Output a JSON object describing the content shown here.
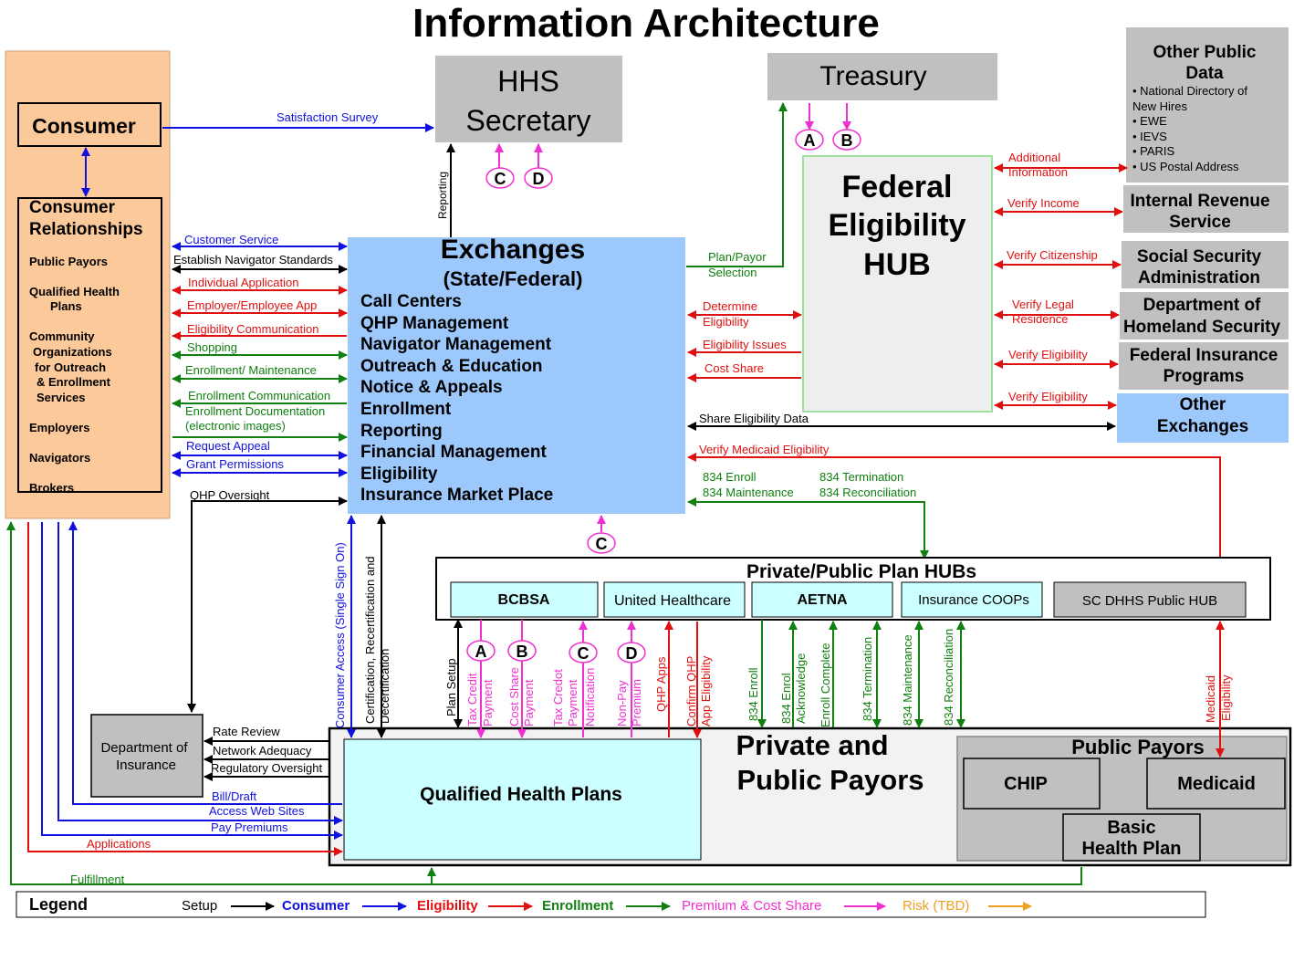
{
  "title": "Information Architecture",
  "colors": {
    "setup": "#000000",
    "consumer": "#1010e0",
    "eligibility": "#e01010",
    "enrollment": "#108010",
    "premium": "#f030d0",
    "risk": "#f0a020",
    "consumer_panel": "#fcc99a",
    "exchanges": "#9cc8fb",
    "hub": "#eeeeee",
    "qhp": "#ccffff",
    "gray": "#c0c0c0"
  },
  "consumer_panel": {
    "consumer": "Consumer",
    "relationships_title_1": "Consumer",
    "relationships_title_2": "Relationships",
    "items": [
      "Public Payors",
      "Qualified Health",
      "Plans",
      "Community",
      "Organizations",
      "for Outreach",
      "& Enrollment",
      "Services",
      "Employers",
      "Navigators",
      "Brokers"
    ]
  },
  "hhs": {
    "line1": "HHS",
    "line2": "Secretary"
  },
  "treasury": "Treasury",
  "hub": {
    "line1": "Federal",
    "line2": "Eligibility",
    "line3": "HUB"
  },
  "other_public_data": {
    "title1": "Other Public",
    "title2": "Data",
    "items": [
      "• National Directory of",
      "New   Hires",
      "• EWE",
      "• IEVS",
      "• PARIS",
      "• US Postal Address"
    ]
  },
  "agencies": {
    "irs1": "Internal Revenue",
    "irs2": "Service",
    "ssa1": "Social Security",
    "ssa2": "Administration",
    "dhs1": "Department of",
    "dhs2": "Homeland Security",
    "fip1": "Federal Insurance",
    "fip2": "Programs",
    "oe1": "Other",
    "oe2": "Exchanges"
  },
  "exchanges": {
    "title": "Exchanges",
    "subtitle": "(State/Federal)",
    "functions": [
      "Call Centers",
      "QHP Management",
      "Navigator Management",
      "Outreach & Education",
      "Notice & Appeals",
      "Enrollment",
      "Reporting",
      "Financial Management",
      "Eligibility",
      "Insurance Market Place"
    ]
  },
  "circles": {
    "a": "A",
    "b": "B",
    "c": "C",
    "d": "D"
  },
  "flows": {
    "satisfaction_survey": "Satisfaction Survey",
    "reporting": "Reporting",
    "customer_service": "Customer Service",
    "establish_navigator": "Establish Navigator Standards",
    "individual_application": "Individual Application",
    "employer_employee_app": "Employer/Employee App",
    "eligibility_communication": "Eligibility Communication",
    "shopping": "Shopping",
    "enrollment_maintenance": "Enrollment/ Maintenance",
    "enrollment_communication": "Enrollment Communication",
    "enrollment_documentation_1": "Enrollment Documentation",
    "enrollment_documentation_2": "(electronic images)",
    "request_appeal": "Request Appeal",
    "grant_permissions": "Grant Permissions",
    "qhp_oversight": "QHP Oversight",
    "plan_payor_1": "Plan/Payor",
    "plan_payor_2": "Selection",
    "determine_eligibility_1": "Determine",
    "determine_eligibility_2": "Eligibility",
    "eligibility_issues": "Eligibility Issues",
    "cost_share": "Cost Share",
    "share_eligibility_data": "Share Eligibility Data",
    "verify_medicaid": "Verify Medicaid Eligibility",
    "e834_enroll": "834 Enroll",
    "e834_maintenance": "834 Maintenance",
    "e834_termination": "834 Termination",
    "e834_reconciliation": "834 Reconciliation",
    "additional_info_1": "Additional",
    "additional_info_2": "Information",
    "verify_income": "Verify Income",
    "verify_citizenship": "Verify Citizenship",
    "verify_legal_1": "Verify Legal",
    "verify_legal_2": "Residence",
    "verify_eligibility_1": "Verify Eligibility",
    "verify_eligibility_2": "Verify Eligibility",
    "consumer_access": "Consumer Access (Single Sign On)",
    "certification_1": "Certification, Recertification and",
    "certification_2": "Decertification",
    "plan_setup": "Plan Setup",
    "tax_credit_payment_1": "Tax Credit",
    "tax_credit_payment_2": "Payment",
    "cost_share_payment_1": "Cost Share",
    "cost_share_payment_2": "Payment",
    "tax_credit_notification_1": "Tax Credot",
    "tax_credit_notification_2": "Payment",
    "tax_credit_notification_3": "Notification",
    "non_pay_premium_1": "Non-Pay",
    "non_pay_premium_2": "Premium",
    "qhp_apps": "QHP Apps",
    "confirm_qhp_1": "Confirm QHP",
    "confirm_qhp_2": "App Eligibility",
    "v834_enroll": "834 Enroll",
    "v834_enrol_ack_1": "834 Enrol",
    "v834_enrol_ack_2": "Acknowledge",
    "enroll_complete": "Enroll Complete",
    "v834_termination": "834 Termination",
    "v834_maintenance": "834 Maintenance",
    "v834_reconciliation": "834 Reconciliation",
    "medicaid_eligibility_1": "Medicaid",
    "medicaid_eligibility_2": "Eligibility",
    "rate_review": "Rate Review",
    "network_adequacy": "Network Adequacy",
    "regulatory_oversight": "Regulatory Oversight",
    "bill_draft": "Bill/Draft",
    "access_web_sites": "Access Web Sites",
    "pay_premiums": "Pay Premiums",
    "applications": "Applications",
    "fulfillment": "Fulfillment"
  },
  "plan_hubs": {
    "title": "Private/Public Plan HUBs",
    "bcbsa": "BCBSA",
    "united": "United Healthcare",
    "aetna": "AETNA",
    "coops": "Insurance COOPs",
    "scdhhs": "SC DHHS Public HUB"
  },
  "doi": {
    "line1": "Department of",
    "line2": "Insurance"
  },
  "payors": {
    "title1": "Private and",
    "title2": "Public Payors",
    "qhp": "Qualified Health Plans",
    "public_payors": "Public Payors",
    "chip": "CHIP",
    "medicaid": "Medicaid",
    "basic1": "Basic",
    "basic2": "Health Plan"
  },
  "legend": {
    "title": "Legend",
    "setup": "Setup",
    "consumer": "Consumer",
    "eligibility": "Eligibility",
    "enrollment": "Enrollment",
    "premium": "Premium & Cost Share",
    "risk": "Risk (TBD)"
  }
}
